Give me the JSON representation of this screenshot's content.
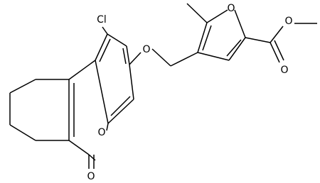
{
  "molecule": {
    "atoms": {
      "chlorine": "Cl",
      "ether_oxygen": "O",
      "lactone_ring_oxygen": "O",
      "lactone_carbonyl_oxygen": "O",
      "furan_oxygen": "O",
      "ester_carbonyl_oxygen": "O",
      "ester_methoxy_oxygen": "O"
    }
  }
}
